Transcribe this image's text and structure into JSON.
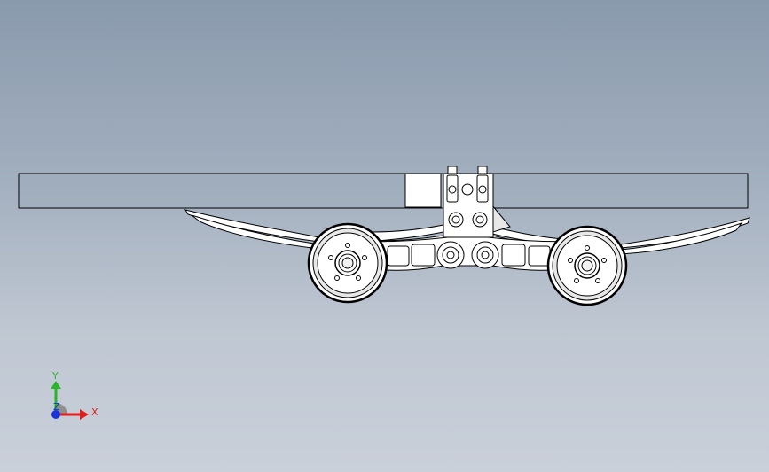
{
  "viewport": {
    "background_top": "#8a9aad",
    "background_bottom": "#c9d0da"
  },
  "model": {
    "part_fill": "#ffffff",
    "part_outline": "#000000"
  },
  "triad": {
    "x_label": "X",
    "y_label": "Y",
    "z_label": "Z",
    "x_color": "#e0201e",
    "y_color": "#2ab52a",
    "z_color": "#1a32d8"
  }
}
